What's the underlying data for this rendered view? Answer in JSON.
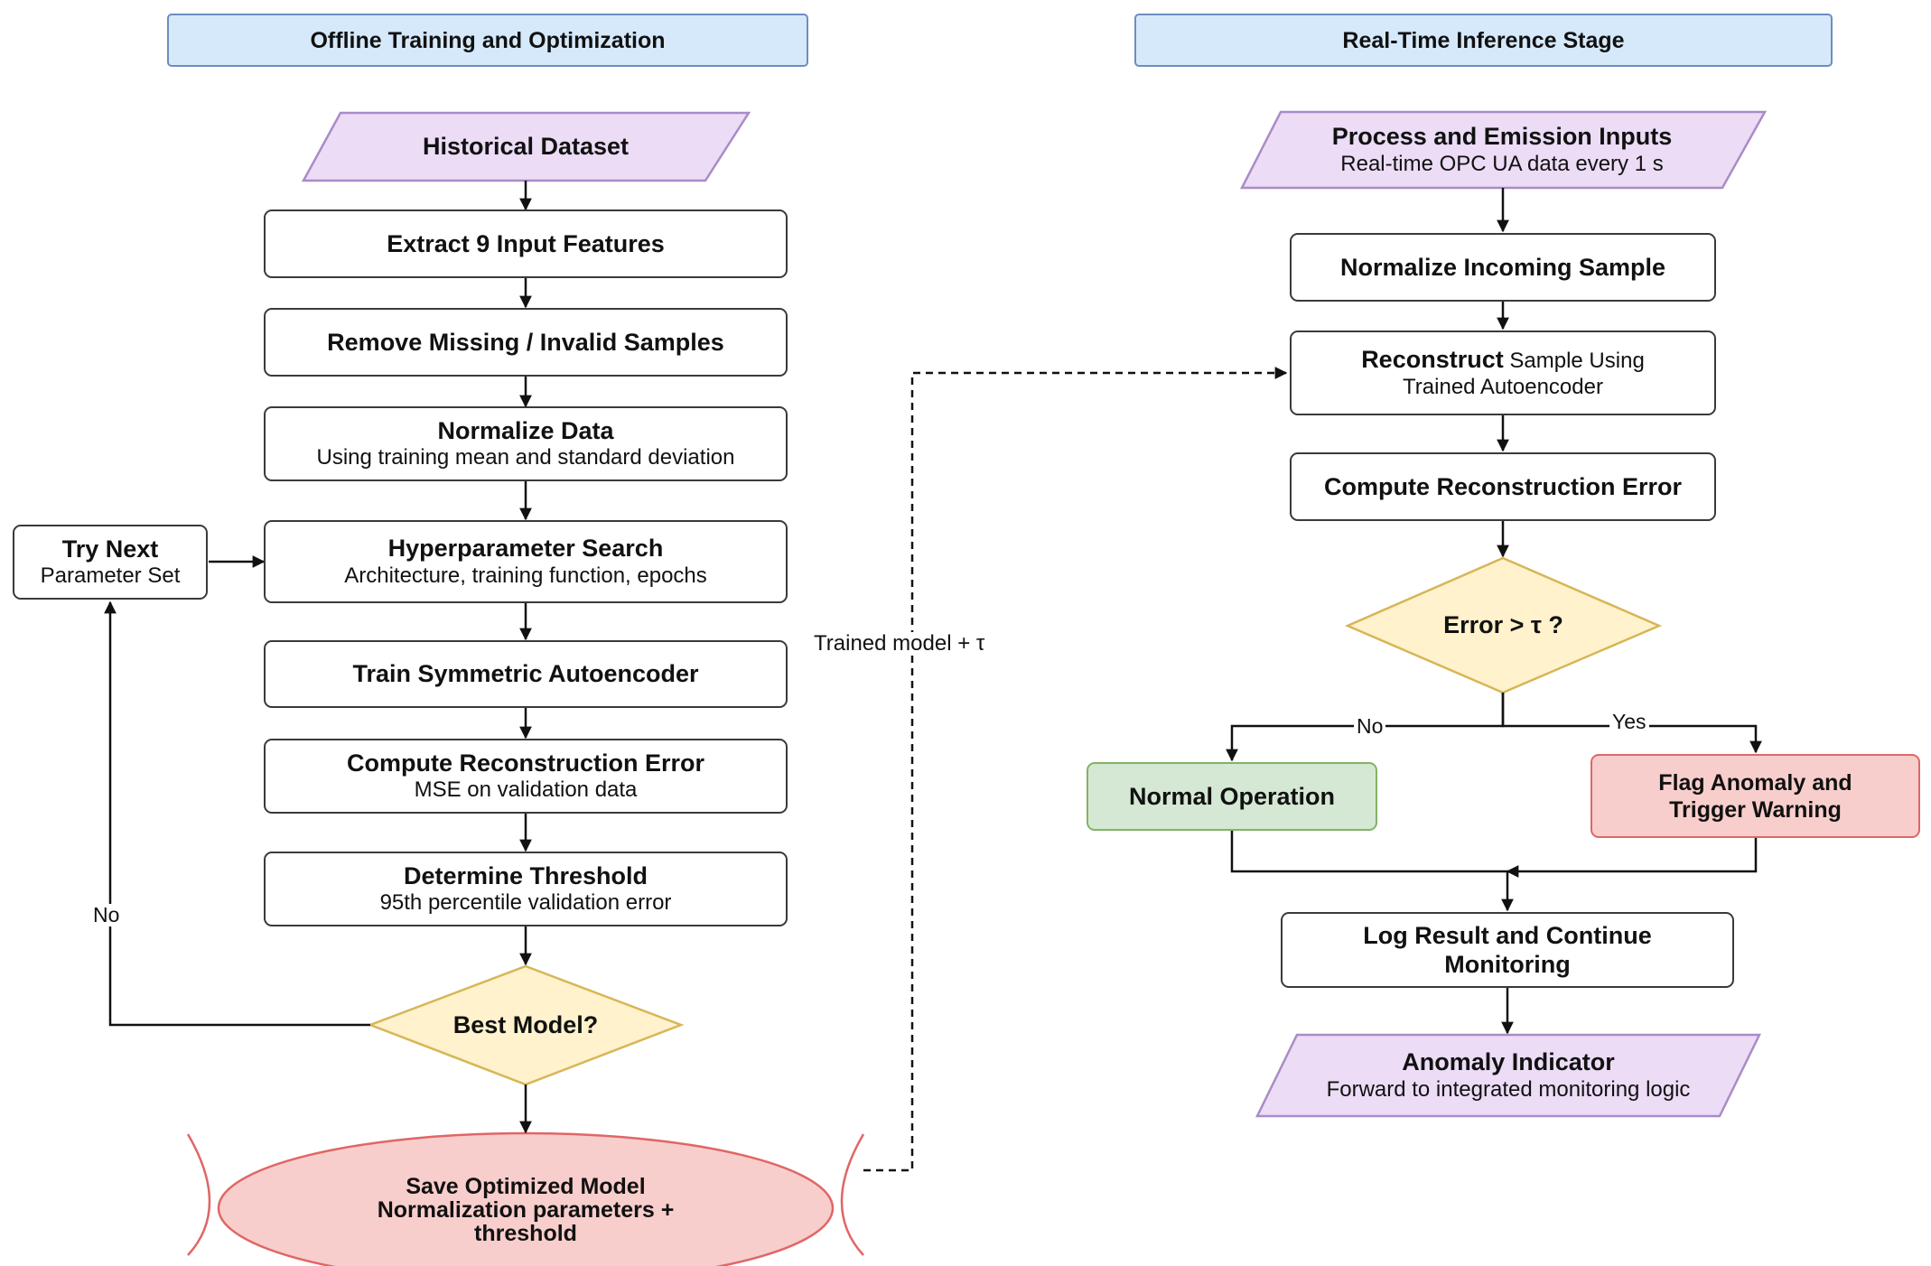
{
  "headers": {
    "offline": "Offline Training and Optimization",
    "realtime": "Real-Time Inference Stage"
  },
  "offline": {
    "historical_dataset": "Historical Dataset",
    "extract_features": "Extract 9 Input Features",
    "remove_missing": "Remove Missing / Invalid Samples",
    "normalize": {
      "title": "Normalize Data",
      "subtitle": "Using training mean and standard deviation"
    },
    "hyperparameter": {
      "title": "Hyperparameter Search",
      "subtitle": "Architecture, training function, epochs"
    },
    "train": "Train Symmetric Autoencoder",
    "compute_error": {
      "title": "Compute Reconstruction Error",
      "subtitle": "MSE on validation data"
    },
    "threshold": {
      "title": "Determine Threshold",
      "subtitle": "95th percentile validation error"
    },
    "best_model": "Best Model?",
    "save": {
      "line1": "Save Optimized Model",
      "line2": "Normalization parameters +",
      "line3": "threshold"
    },
    "try_next": {
      "title": "Try Next",
      "subtitle": "Parameter Set"
    },
    "no_label": "No"
  },
  "link_label": "Trained model + τ",
  "realtime": {
    "inputs": {
      "title": "Process and Emission Inputs",
      "subtitle": "Real-time OPC UA data every 1 s"
    },
    "normalize": "Normalize Incoming Sample",
    "reconstruct": {
      "bold": "Reconstruct",
      "rest": " Sample Using",
      "line2": "Trained Autoencoder"
    },
    "compute_error": "Compute Reconstruction Error",
    "decision": "Error > τ ?",
    "no_label": "No",
    "yes_label": "Yes",
    "normal": "Normal Operation",
    "flag": {
      "line1": "Flag Anomaly and",
      "line2": "Trigger Warning"
    },
    "log": {
      "line1": "Log Result and Continue",
      "line2": "Monitoring"
    },
    "indicator": {
      "title": "Anomaly Indicator",
      "subtitle": "Forward to integrated monitoring logic"
    }
  },
  "colors": {
    "header_fill": "#d6e9fb",
    "io_fill": "#ecdcf6",
    "decision_fill": "#fff2cc",
    "store_fill": "#f8cecc",
    "normal_fill": "#d5e8d4",
    "warning_fill": "#f8cecc"
  }
}
